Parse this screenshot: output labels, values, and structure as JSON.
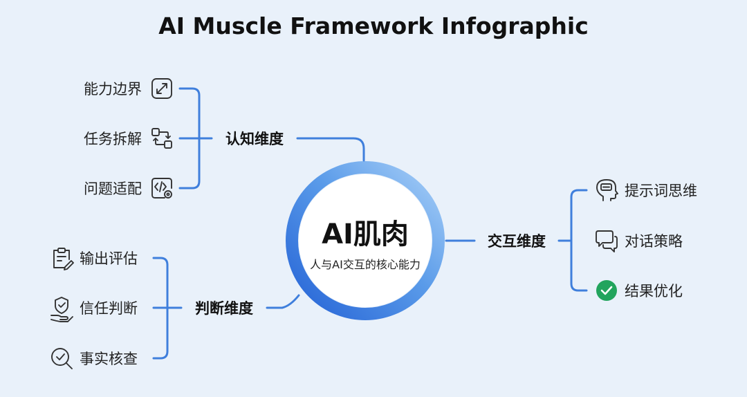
{
  "title": "AI Muscle Framework Infographic",
  "center": {
    "title": "AI肌肉",
    "subtitle": "人与AI交互的核心能力"
  },
  "branches": {
    "cognitive": {
      "label": "认知维度",
      "items": [
        {
          "label": "能力边界",
          "icon": "expand-arrows-icon"
        },
        {
          "label": "任务拆解",
          "icon": "workflow-icon"
        },
        {
          "label": "问题适配",
          "icon": "code-settings-icon"
        }
      ]
    },
    "judgment": {
      "label": "判断维度",
      "items": [
        {
          "label": "输出评估",
          "icon": "clipboard-edit-icon"
        },
        {
          "label": "信任判断",
          "icon": "shield-hand-icon"
        },
        {
          "label": "事实核查",
          "icon": "search-check-icon"
        }
      ]
    },
    "interaction": {
      "label": "交互维度",
      "items": [
        {
          "label": "提示词思维",
          "icon": "head-chat-icon"
        },
        {
          "label": "对话策略",
          "icon": "chat-bubbles-icon"
        },
        {
          "label": "结果优化",
          "icon": "check-circle-icon"
        }
      ]
    }
  },
  "colors": {
    "background": "#e9f1fa",
    "ring_dark": "#2e6fd8",
    "ring_light": "#9cc6f5",
    "connector": "#3f7fdc",
    "check_green": "#22a45d"
  }
}
